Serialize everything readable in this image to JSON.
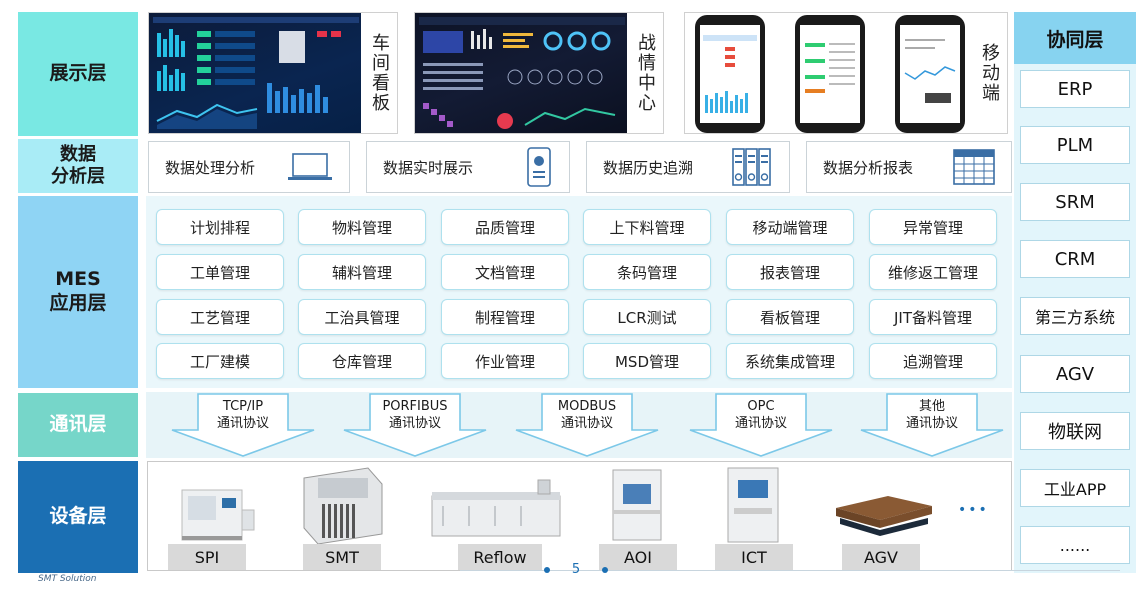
{
  "layers": {
    "show": "展示层",
    "data": "数据\n分析层",
    "mes": "MES\n应用层",
    "comm": "通讯层",
    "device": "设备层"
  },
  "show_panels": [
    {
      "label": "车间看板"
    },
    {
      "label": "战情中心"
    },
    {
      "label": "移动端"
    }
  ],
  "data_boxes": [
    "数据处理分析",
    "数据实时展示",
    "数据历史追溯",
    "数据分析报表"
  ],
  "mes_modules": [
    [
      "计划排程",
      "物料管理",
      "品质管理",
      "上下料管理",
      "移动端管理",
      "异常管理"
    ],
    [
      "工单管理",
      "辅料管理",
      "文档管理",
      "条码管理",
      "报表管理",
      "维修返工管理"
    ],
    [
      "工艺管理",
      "工治具管理",
      "制程管理",
      "LCR测试",
      "看板管理",
      "JIT备料管理"
    ],
    [
      "工厂建模",
      "仓库管理",
      "作业管理",
      "MSD管理",
      "系统集成管理",
      "追溯管理"
    ]
  ],
  "protocols": [
    {
      "line1": "TCP/IP",
      "line2": "通讯协议"
    },
    {
      "line1": "PORFIBUS",
      "line2": "通讯协议"
    },
    {
      "line1": "MODBUS",
      "line2": "通讯协议"
    },
    {
      "line1": "OPC",
      "line2": "通讯协议"
    },
    {
      "line1": "其他",
      "line2": "通讯协议"
    }
  ],
  "devices": [
    "SPI",
    "SMT",
    "Reflow",
    "AOI",
    "ICT",
    "AGV"
  ],
  "collab": {
    "title": "协同层",
    "items": [
      "ERP",
      "PLM",
      "SRM",
      "CRM",
      "第三方系统",
      "AGV",
      "物联网",
      "工业APP",
      "......"
    ]
  },
  "footer": {
    "brand": "SMT Solution",
    "page": "5"
  },
  "icons": {
    "data_icons": [
      "laptop-icon",
      "phone-settings-icon",
      "server-rack-icon",
      "spreadsheet-icon"
    ],
    "ellipsis": "•••"
  },
  "colors": {
    "show": "#79e8e3",
    "data": "#a9ecf6",
    "mes": "#8fd4f4",
    "comm": "#76d6c9",
    "device": "#1b6fb3",
    "accent": "#1b6fb3"
  }
}
